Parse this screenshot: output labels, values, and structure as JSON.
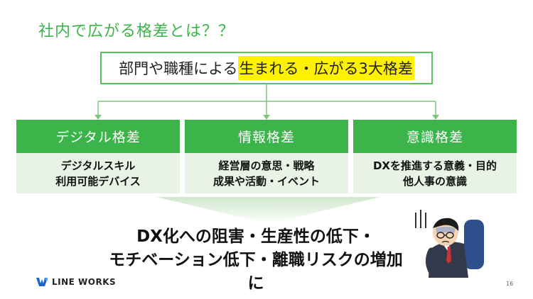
{
  "slide": {
    "title": "社内で広がる格差とは？？",
    "headline": {
      "prefix": "部門や職種による",
      "highlight": "生まれる・広がる3大格差"
    },
    "columns": [
      {
        "head": "デジタル格差",
        "lines": [
          "デジタルスキル",
          "利用可能デバイス"
        ]
      },
      {
        "head": "情報格差",
        "lines": [
          "経営層の意思・戦略",
          "成果や活動・イベント"
        ]
      },
      {
        "head": "意識格差",
        "lines": [
          "DXを推進する意義・目的",
          "他人事の意識"
        ]
      }
    ],
    "result": {
      "line1": "DX化への阻害・生産性の低下・",
      "line2": "モチベーション低下・離職リスクの増加に"
    },
    "logo": {
      "text": "LINE WORKS"
    },
    "page_number": "16"
  },
  "colors": {
    "green": "#3bb54a",
    "light_green": "#e8f3e6",
    "highlight": "#fff200"
  }
}
